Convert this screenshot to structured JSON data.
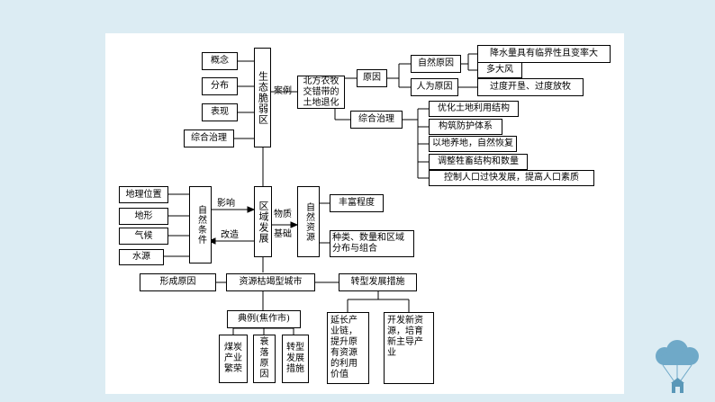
{
  "concept": "概念",
  "distribution": "分布",
  "manifestation": "表现",
  "comprehensive_governance_left": "综合治理",
  "eco_fragile_zone": "生态脆弱区",
  "case_label": "案例",
  "north_farm_pasture": "北方农牧交错带的土地退化",
  "causes": "原因",
  "natural_causes": "自然原因",
  "human_causes": "人为原因",
  "rainfall_variability": "降水量具有临界性且变率大",
  "many_strong_winds": "多大风",
  "overcultivation_overgrazing": "过度开垦、过度放牧",
  "comprehensive_governance_right": "综合治理",
  "optimize_land_use": "优化土地利用结构",
  "build_protection_system": "构筑防护体系",
  "land_restoration": "以地养地，自然恢复",
  "adjust_livestock": "调整牲畜结构和数量",
  "control_population": "控制人口过快发展，提高人口素质",
  "geographic_location": "地理位置",
  "terrain": "地形",
  "climate": "气候",
  "water_source": "水源",
  "natural_conditions": "自然条件",
  "influence": "影响",
  "transform": "改造",
  "regional_development": "区域发展",
  "material": "物质",
  "foundation": "基础",
  "natural_resources": "自然资源",
  "abundance": "丰富程度",
  "resource_types": "种类、数量和区域分布与组合",
  "formation_causes": "形成原因",
  "resource_exhausted_city": "资源枯竭型城市",
  "transformation_measures": "转型发展措施",
  "typical_case": "典例(焦作市)",
  "coal_industry_boom": "煤炭产业繁荣",
  "decline_causes": "衰落原因",
  "transformation_measures_short": "转型发展措施",
  "extend_industry_chain": "延长产业链，提升原有资源的利用价值",
  "develop_new_resources": "开发新资源，培育新主导产业"
}
